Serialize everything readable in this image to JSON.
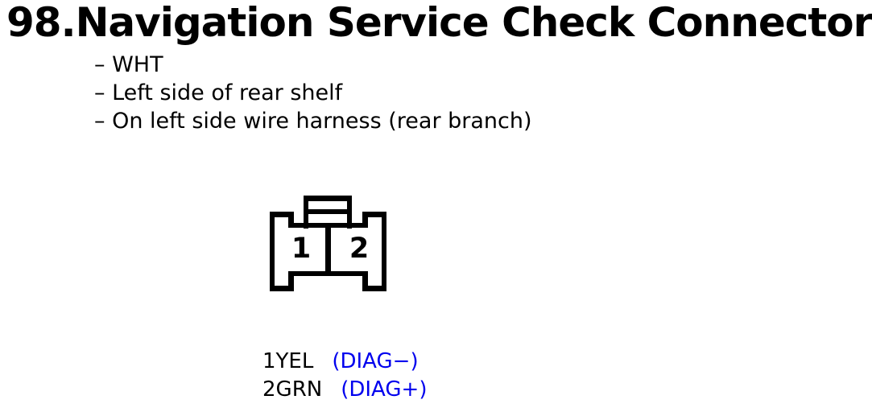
{
  "title": "98.Navigation Service Check Connector",
  "details": [
    "– WHT",
    "– Left side of rear shelf",
    "– On left side wire harness (rear branch)"
  ],
  "connector": {
    "cavities": [
      "1",
      "2"
    ]
  },
  "pinout": [
    {
      "pin": "1YEL",
      "signal": "(DIAG−)"
    },
    {
      "pin": "2GRN",
      "signal": "(DIAG+)"
    }
  ],
  "colors": {
    "signal_blue": "#0000EE",
    "ink": "#000000",
    "paper": "#FFFFFF"
  }
}
